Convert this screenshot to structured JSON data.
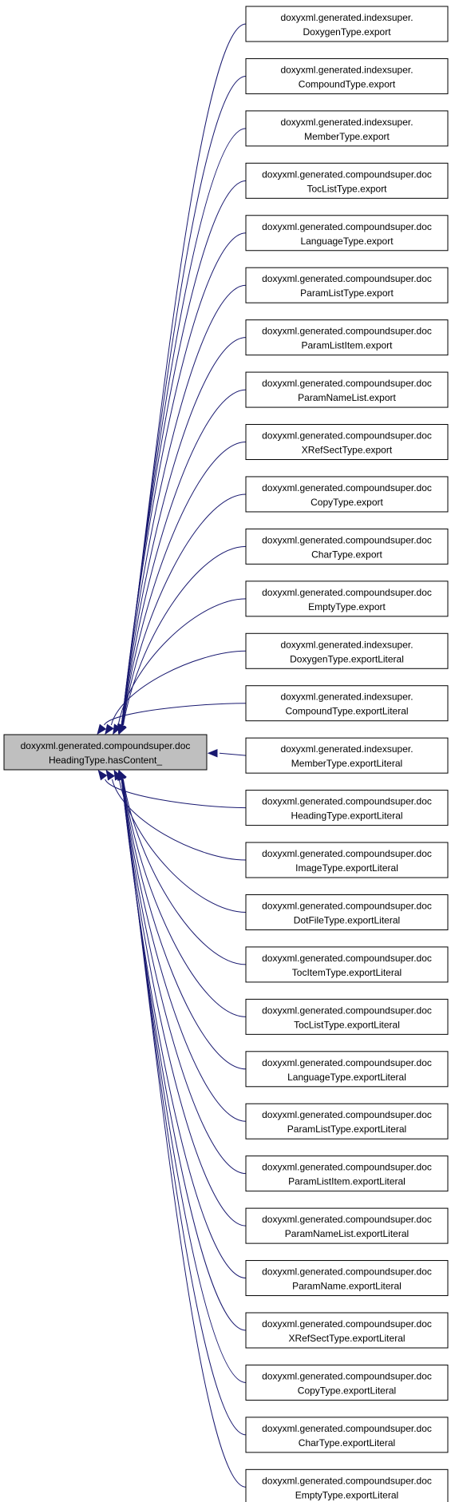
{
  "root": {
    "line1": "doxyxml.generated.compoundsuper.doc",
    "line2": "HeadingType.hasContent_"
  },
  "callers": [
    {
      "line1": "doxyxml.generated.indexsuper.",
      "line2": "DoxygenType.export"
    },
    {
      "line1": "doxyxml.generated.indexsuper.",
      "line2": "CompoundType.export"
    },
    {
      "line1": "doxyxml.generated.indexsuper.",
      "line2": "MemberType.export"
    },
    {
      "line1": "doxyxml.generated.compoundsuper.doc",
      "line2": "TocListType.export"
    },
    {
      "line1": "doxyxml.generated.compoundsuper.doc",
      "line2": "LanguageType.export"
    },
    {
      "line1": "doxyxml.generated.compoundsuper.doc",
      "line2": "ParamListType.export"
    },
    {
      "line1": "doxyxml.generated.compoundsuper.doc",
      "line2": "ParamListItem.export"
    },
    {
      "line1": "doxyxml.generated.compoundsuper.doc",
      "line2": "ParamNameList.export"
    },
    {
      "line1": "doxyxml.generated.compoundsuper.doc",
      "line2": "XRefSectType.export"
    },
    {
      "line1": "doxyxml.generated.compoundsuper.doc",
      "line2": "CopyType.export"
    },
    {
      "line1": "doxyxml.generated.compoundsuper.doc",
      "line2": "CharType.export"
    },
    {
      "line1": "doxyxml.generated.compoundsuper.doc",
      "line2": "EmptyType.export"
    },
    {
      "line1": "doxyxml.generated.indexsuper.",
      "line2": "DoxygenType.exportLiteral"
    },
    {
      "line1": "doxyxml.generated.indexsuper.",
      "line2": "CompoundType.exportLiteral"
    },
    {
      "line1": "doxyxml.generated.indexsuper.",
      "line2": "MemberType.exportLiteral"
    },
    {
      "line1": "doxyxml.generated.compoundsuper.doc",
      "line2": "HeadingType.exportLiteral"
    },
    {
      "line1": "doxyxml.generated.compoundsuper.doc",
      "line2": "ImageType.exportLiteral"
    },
    {
      "line1": "doxyxml.generated.compoundsuper.doc",
      "line2": "DotFileType.exportLiteral"
    },
    {
      "line1": "doxyxml.generated.compoundsuper.doc",
      "line2": "TocItemType.exportLiteral"
    },
    {
      "line1": "doxyxml.generated.compoundsuper.doc",
      "line2": "TocListType.exportLiteral"
    },
    {
      "line1": "doxyxml.generated.compoundsuper.doc",
      "line2": "LanguageType.exportLiteral"
    },
    {
      "line1": "doxyxml.generated.compoundsuper.doc",
      "line2": "ParamListType.exportLiteral"
    },
    {
      "line1": "doxyxml.generated.compoundsuper.doc",
      "line2": "ParamListItem.exportLiteral"
    },
    {
      "line1": "doxyxml.generated.compoundsuper.doc",
      "line2": "ParamNameList.exportLiteral"
    },
    {
      "line1": "doxyxml.generated.compoundsuper.doc",
      "line2": "ParamName.exportLiteral"
    },
    {
      "line1": "doxyxml.generated.compoundsuper.doc",
      "line2": "XRefSectType.exportLiteral"
    },
    {
      "line1": "doxyxml.generated.compoundsuper.doc",
      "line2": "CopyType.exportLiteral"
    },
    {
      "line1": "doxyxml.generated.compoundsuper.doc",
      "line2": "CharType.exportLiteral"
    },
    {
      "line1": "doxyxml.generated.compoundsuper.doc",
      "line2": "EmptyType.exportLiteral"
    }
  ],
  "colors": {
    "edge": "#191970",
    "root_fill": "#bfbfbf",
    "node_fill": "#ffffff",
    "node_stroke": "#000000"
  }
}
